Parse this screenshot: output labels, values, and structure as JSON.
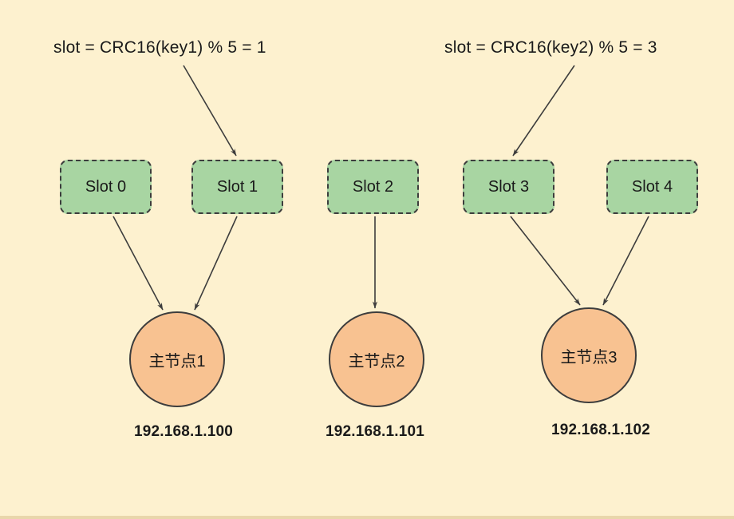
{
  "colors": {
    "background": "#fdf1cf",
    "slot_fill": "#a8d5a2",
    "node_fill": "#f8c291",
    "stroke": "#3d3d3d",
    "text": "#1a1a1a",
    "edge_strip": "#e9d6ab"
  },
  "formulas": [
    {
      "text": "slot = CRC16(key1) % 5 = 1"
    },
    {
      "text": "slot = CRC16(key2) % 5 = 3"
    }
  ],
  "slots": [
    {
      "label": "Slot 0"
    },
    {
      "label": "Slot 1"
    },
    {
      "label": "Slot 2"
    },
    {
      "label": "Slot 3"
    },
    {
      "label": "Slot 4"
    }
  ],
  "nodes": [
    {
      "label": "主节点1",
      "ip": "192.168.1.100"
    },
    {
      "label": "主节点2",
      "ip": "192.168.1.101"
    },
    {
      "label": "主节点3",
      "ip": "192.168.1.102"
    }
  ],
  "mappings": [
    {
      "from": "key1-formula",
      "to": "Slot 1"
    },
    {
      "from": "key2-formula",
      "to": "Slot 3"
    },
    {
      "from": "Slot 0",
      "to": "主节点1"
    },
    {
      "from": "Slot 1",
      "to": "主节点1"
    },
    {
      "from": "Slot 2",
      "to": "主节点2"
    },
    {
      "from": "Slot 3",
      "to": "主节点3"
    },
    {
      "from": "Slot 4",
      "to": "主节点3"
    }
  ]
}
